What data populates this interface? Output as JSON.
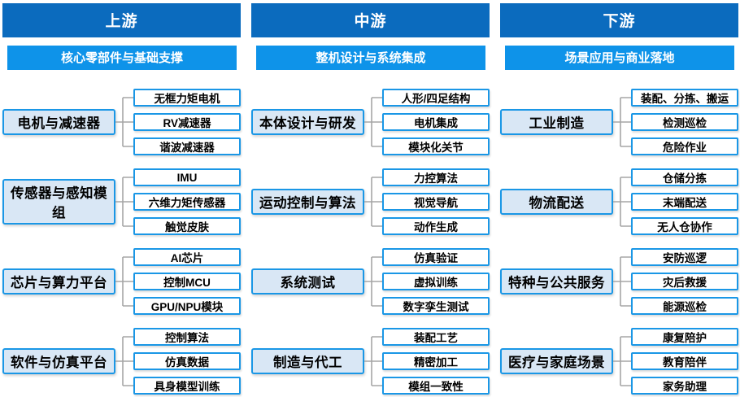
{
  "diagram": {
    "title_implied": "",
    "colors": {
      "header_bar": "#0b6bbe",
      "subheader_bar": "#0e93e9",
      "box_border": "#1a97e6",
      "category_fill": "#d9e7f5",
      "connector_line": "#a6a6a6",
      "text": "#000000",
      "header_text": "#ffffff"
    },
    "columns": [
      {
        "header": "上游",
        "subheader": "核心零部件与基础支撑",
        "groups": [
          {
            "category": "电机与减速器",
            "items": [
              "无框力矩电机",
              "RV减速器",
              "谐波减速器"
            ]
          },
          {
            "category": "传感器与感知模组",
            "items": [
              "IMU",
              "六维力矩传感器",
              "触觉皮肤"
            ]
          },
          {
            "category": "芯片与算力平台",
            "items": [
              "AI芯片",
              "控制MCU",
              "GPU/NPU模块"
            ]
          },
          {
            "category": "软件与仿真平台",
            "items": [
              "控制算法",
              "仿真数据",
              "具身模型训练"
            ]
          }
        ]
      },
      {
        "header": "中游",
        "subheader": "整机设计与系统集成",
        "groups": [
          {
            "category": "本体设计与研发",
            "items": [
              "人形/四足结构",
              "电机集成",
              "模块化关节"
            ]
          },
          {
            "category": "运动控制与算法",
            "items": [
              "力控算法",
              "视觉导航",
              "动作生成"
            ]
          },
          {
            "category": "系统测试",
            "items": [
              "仿真验证",
              "虚拟训练",
              "数字孪生测试"
            ]
          },
          {
            "category": "制造与代工",
            "items": [
              "装配工艺",
              "精密加工",
              "模组一致性"
            ]
          }
        ]
      },
      {
        "header": "下游",
        "subheader": "场景应用与商业落地",
        "groups": [
          {
            "category": "工业制造",
            "items": [
              "装配、分拣、搬运",
              "检测巡检",
              "危险作业"
            ]
          },
          {
            "category": "物流配送",
            "items": [
              "仓储分拣",
              "末端配送",
              "无人仓协作"
            ]
          },
          {
            "category": "特种与公共服务",
            "items": [
              "安防巡逻",
              "灾后救援",
              "能源巡检"
            ]
          },
          {
            "category": "医疗与家庭场景",
            "items": [
              "康复陪护",
              "教育陪伴",
              "家务助理"
            ]
          }
        ]
      }
    ]
  }
}
